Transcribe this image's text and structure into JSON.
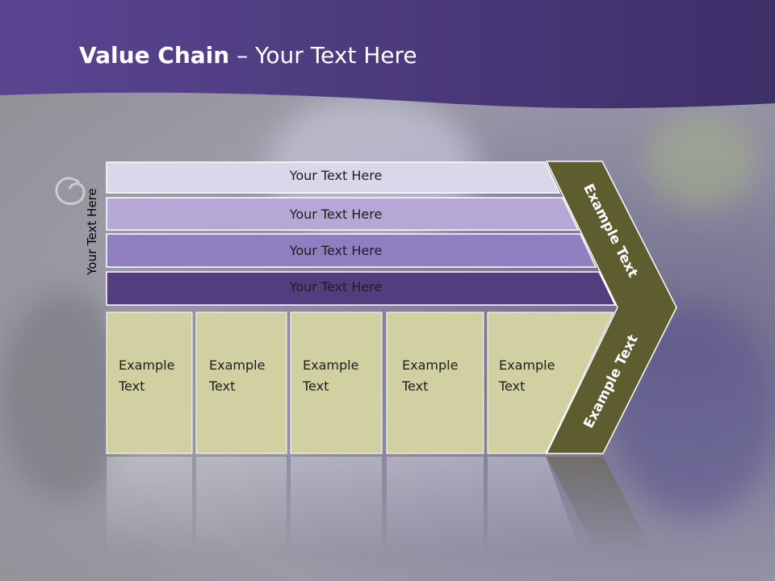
{
  "header": {
    "title_bold": "Value Chain",
    "title_rest": " – Your Text Here"
  },
  "side_label": "Your Text Here",
  "bars": [
    {
      "label": "Your Text Here",
      "color": "#d9d8eb"
    },
    {
      "label": "Your Text Here",
      "color": "#b5a7d6"
    },
    {
      "label": "Your Text Here",
      "color": "#8f7fc0"
    },
    {
      "label": "Your Text Here",
      "color": "#523d7e"
    }
  ],
  "boxes": [
    {
      "line1": "Example",
      "line2": "Text"
    },
    {
      "line1": "Example",
      "line2": "Text"
    },
    {
      "line1": "Example",
      "line2": "Text"
    },
    {
      "line1": "Example",
      "line2": "Text"
    },
    {
      "line1": "Example",
      "line2": "Text"
    }
  ],
  "chevron": {
    "upper_label": "Example Text",
    "lower_label": "Example Text",
    "color": "#5d5d2f"
  },
  "colors": {
    "header": "#4a3a7c",
    "box_fill": "#d0d0a3"
  }
}
